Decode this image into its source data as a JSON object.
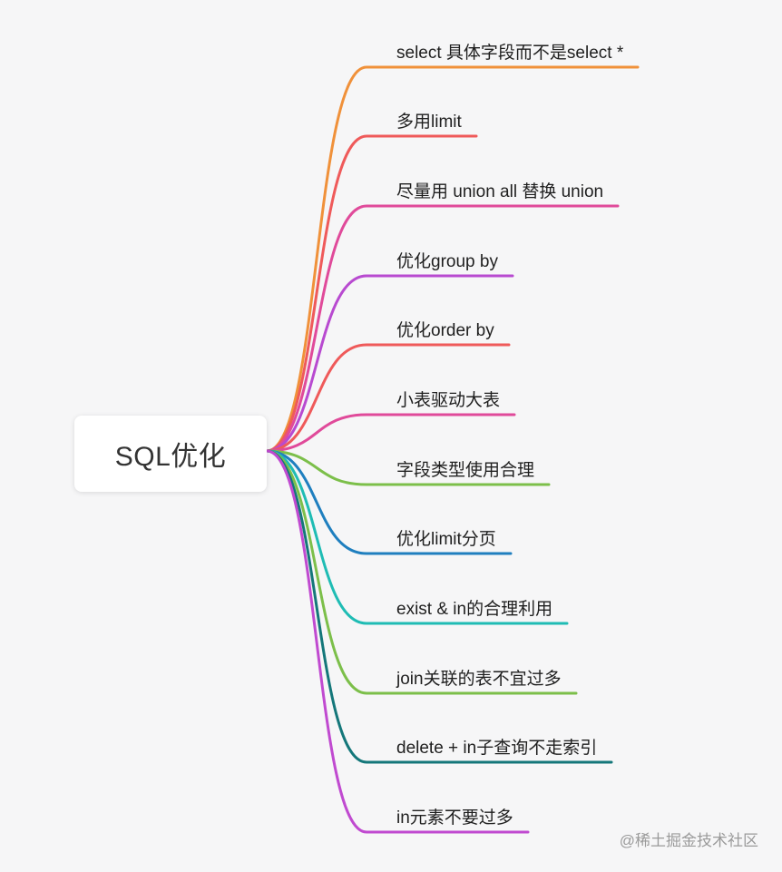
{
  "root": {
    "label": "SQL优化"
  },
  "branches": [
    {
      "label": "select 具体字段而不是select *",
      "color": "#f0913a"
    },
    {
      "label": "多用limit",
      "color": "#ef5a5a"
    },
    {
      "label": "尽量用 union all 替换 union",
      "color": "#e04a9a"
    },
    {
      "label": "优化group by",
      "color": "#b84ad0"
    },
    {
      "label": "优化order by",
      "color": "#ef5a5a"
    },
    {
      "label": "小表驱动大表",
      "color": "#e04a9a"
    },
    {
      "label": "字段类型使用合理",
      "color": "#7cbf4a"
    },
    {
      "label": "优化limit分页",
      "color": "#1f7fbf"
    },
    {
      "label": "exist & in的合理利用",
      "color": "#1fbcb4"
    },
    {
      "label": "join关联的表不宜过多",
      "color": "#7cbf4a"
    },
    {
      "label": "delete + in子查询不走索引",
      "color": "#14777a"
    },
    {
      "label": "in元素不要过多",
      "color": "#c04ad0"
    }
  ],
  "watermark": "@稀土掘金技术社区"
}
